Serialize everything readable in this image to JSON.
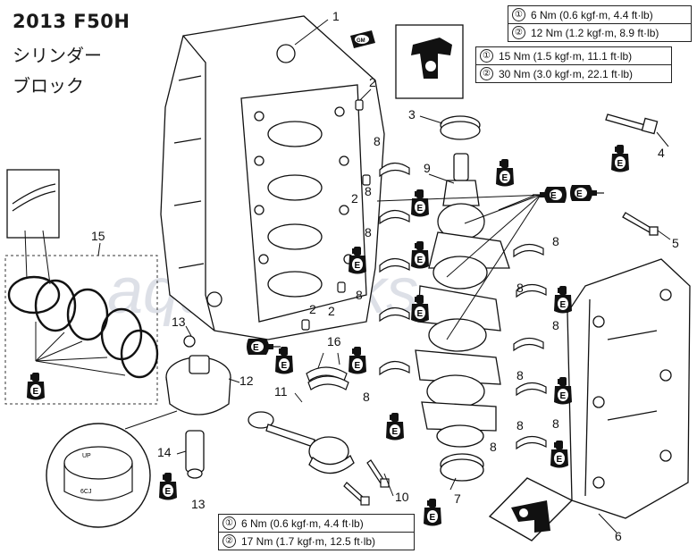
{
  "header": {
    "title": "2013 F50H",
    "subtitle_line1": "シリンダー",
    "subtitle_line2": "ブロック"
  },
  "torque_tables": {
    "top_a": [
      {
        "num": "①",
        "text": "6 Nm (0.6 kgf·m, 4.4 ft·lb)"
      },
      {
        "num": "②",
        "text": "12 Nm (1.2 kgf·m, 8.9 ft·lb)"
      }
    ],
    "top_b": [
      {
        "num": "①",
        "text": "15 Nm (1.5 kgf·m, 11.1 ft·lb)"
      },
      {
        "num": "②",
        "text": "30 Nm (3.0 kgf·m, 22.1 ft·lb)"
      }
    ],
    "bottom": [
      {
        "num": "①",
        "text": "6 Nm (0.6 kgf·m, 4.4 ft·lb)"
      },
      {
        "num": "②",
        "text": "17 Nm (1.7 kgf·m, 12.5 ft·lb)"
      }
    ]
  },
  "callouts": {
    "c1": "1",
    "c2a": "2",
    "c2b": "2",
    "c2c": "2",
    "c2d": "2",
    "c3": "3",
    "c4": "4",
    "c5": "5",
    "c6": "6",
    "c7": "7",
    "c8a": "8",
    "c8b": "8",
    "c8c": "8",
    "c8d": "8",
    "c8e": "8",
    "c8f": "8",
    "c8g": "8",
    "c8h": "8",
    "c8i": "8",
    "c8j": "8",
    "c8k": "8",
    "c8l": "8",
    "c9": "9",
    "c10": "10",
    "c11": "11",
    "c12": "12",
    "c13a": "13",
    "c13b": "13",
    "c14": "14",
    "c15": "15",
    "c16": "16"
  },
  "marks": {
    "lube": "E",
    "gm": "GM"
  },
  "detail_labels": {
    "up": "UP",
    "piston_code": "6CJ"
  },
  "watermark": "aquaworks",
  "colors": {
    "line": "#111111",
    "watermark": "#c9ccd8",
    "lube_badge": "#111111"
  }
}
